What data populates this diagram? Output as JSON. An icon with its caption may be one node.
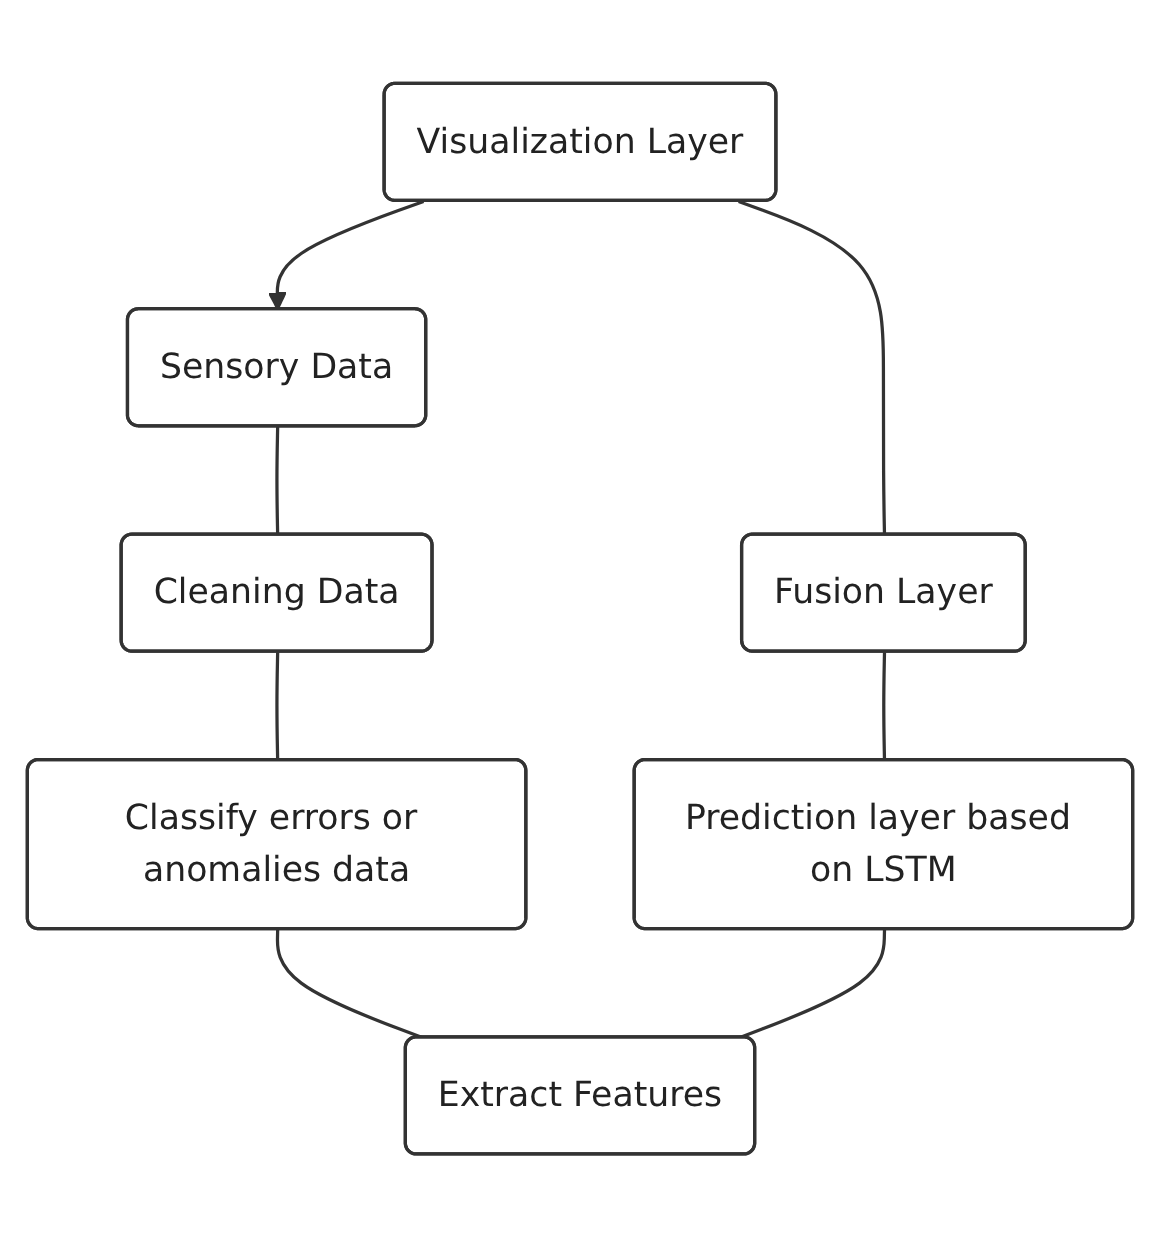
{
  "diagram": {
    "nodes": [
      {
        "text": [
          "Sensory Data"
        ]
      },
      {
        "text": [
          "Visualization Layer"
        ]
      },
      {
        "text": [
          "Cleaning Data"
        ]
      },
      {
        "text": [
          "Fusion Layer"
        ]
      },
      {
        "text": [
          "Classify errors or anomalies data"
        ]
      },
      {
        "text": [
          "Prediction layer based on LSTM"
        ]
      },
      {
        "text": [
          "Extract Features"
        ]
      }
    ],
    "edges": [
      {
        "from": 0,
        "to": 2,
        "arrow": "none"
      },
      {
        "from": 2,
        "to": 4,
        "arrow": "none"
      },
      {
        "from": 4,
        "to": 6,
        "arrow": "none"
      },
      {
        "from": 6,
        "to": 5,
        "arrow": "none"
      },
      {
        "from": 5,
        "to": 3,
        "arrow": "none"
      },
      {
        "from": 3,
        "to": 1,
        "arrow": "none"
      },
      {
        "from": 1,
        "to": 0,
        "arrow": "to"
      }
    ]
  }
}
